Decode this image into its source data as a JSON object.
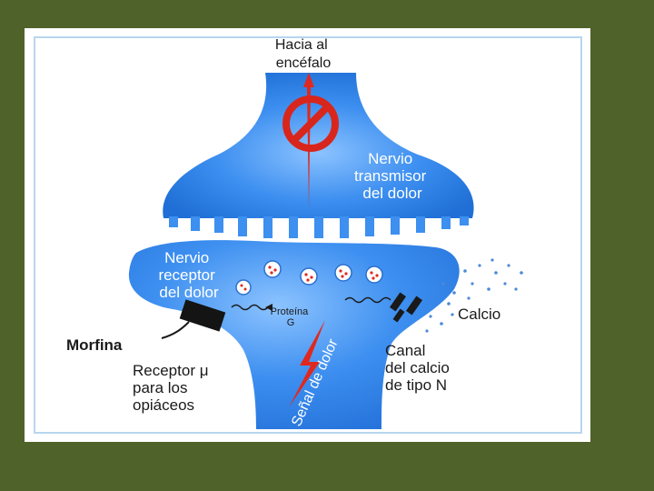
{
  "diagram": {
    "labels": {
      "to_brain": [
        "Hacia al",
        "encéfalo"
      ],
      "transmitter_nerve": [
        "Nervio",
        "transmisor",
        "del dolor"
      ],
      "receptor_nerve": [
        "Nervio",
        "receptor",
        "del dolor"
      ],
      "protein": [
        "Proteína",
        "G"
      ],
      "calcium": "Calcio",
      "morphine": "Morfina",
      "mu_receptor": [
        "Receptor μ",
        "para los",
        "opiáceos"
      ],
      "calcium_channel": [
        "Canal",
        "del calcio",
        "de tipo N"
      ],
      "pain_signal": "Señal de dolor"
    },
    "colors": {
      "background": "#4e6229",
      "nerve": "#3d8ff0",
      "nerve_dark": "#1f6fd6",
      "signal": "#e0281e",
      "block_sign": "#d8261c"
    },
    "icons": [
      "no-entry-icon",
      "lightning-bolt-icon",
      "vesicle-icon",
      "receptor-block-icon"
    ]
  }
}
